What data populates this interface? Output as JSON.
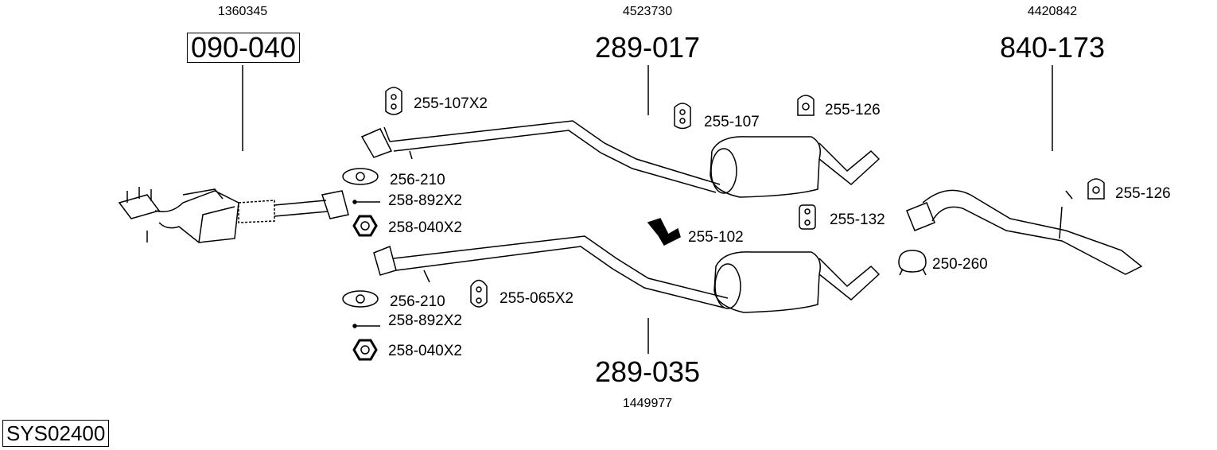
{
  "diagram_id": "SYS02400",
  "assemblies": [
    {
      "part_no": "090-040",
      "oe_no": "1360345"
    },
    {
      "part_no": "289-017",
      "oe_no": "4523730"
    },
    {
      "part_no": "840-173",
      "oe_no": "4420842"
    },
    {
      "part_no": "289-035",
      "oe_no": "1449977"
    }
  ],
  "small_parts": [
    "255-107X2",
    "255-107",
    "255-126",
    "256-210",
    "258-892X2",
    "258-040X2",
    "255-102",
    "255-132",
    "250-260",
    "255-126",
    "256-210",
    "258-892X2",
    "258-040X2",
    "255-065X2"
  ]
}
